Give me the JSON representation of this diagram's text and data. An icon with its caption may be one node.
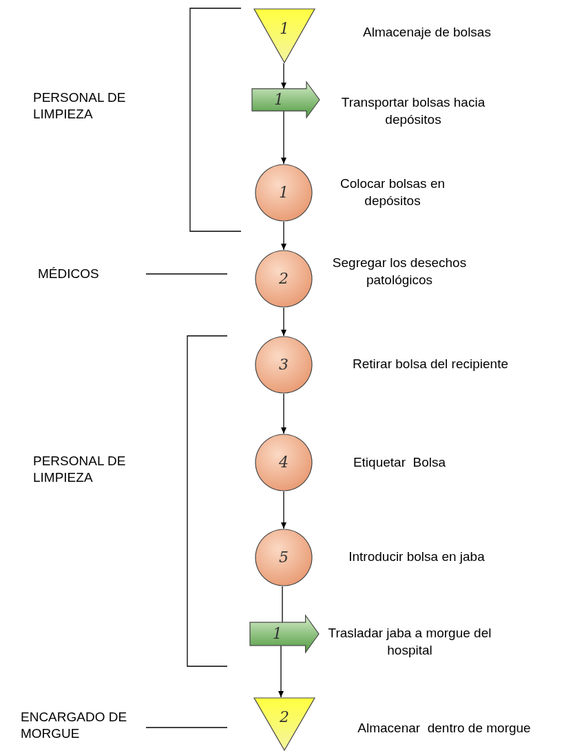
{
  "diagram": {
    "nodes": [
      {
        "text": [
          "1"
        ],
        "beside": [
          "Almacenaje de bolsas"
        ]
      },
      {
        "text": [
          "1"
        ],
        "beside": [
          "Transportar bolsas hacia depósitos"
        ]
      },
      {
        "text": [
          "1"
        ],
        "beside": [
          "Colocar bolsas en depósitos"
        ]
      },
      {
        "text": [
          "2"
        ],
        "beside": [
          "Segregar los desechos patológicos"
        ]
      },
      {
        "text": [
          "3"
        ],
        "beside": [
          "Retirar bolsa del recipiente"
        ]
      },
      {
        "text": [
          "4"
        ],
        "beside": [
          "Etiquetar  Bolsa"
        ]
      },
      {
        "text": [
          "5"
        ],
        "beside": [
          "Introducir bolsa en jaba"
        ]
      },
      {
        "text": [
          "1"
        ],
        "beside": [
          "Trasladar jaba a morgue del hospital"
        ]
      },
      {
        "text": [
          "2"
        ],
        "beside": [
          "Almacenar  dentro de morgue"
        ]
      }
    ],
    "edges": [
      {
        "from": 0,
        "to": 1,
        "arrow": "to"
      },
      {
        "from": 1,
        "to": 2,
        "arrow": "to"
      },
      {
        "from": 2,
        "to": 3,
        "arrow": "to"
      },
      {
        "from": 3,
        "to": 4,
        "arrow": "to"
      },
      {
        "from": 4,
        "to": 5,
        "arrow": "to"
      },
      {
        "from": 5,
        "to": 6,
        "arrow": "to"
      },
      {
        "from": 6,
        "to": 7,
        "arrow": "none"
      },
      {
        "from": 7,
        "to": 8,
        "arrow": "to"
      }
    ],
    "labels": [
      "PERSONAL DE LIMPIEZA",
      "MÉDICOS",
      "PERSONAL DE LIMPIEZA",
      "ENCARGADO DE MORGUE"
    ]
  }
}
